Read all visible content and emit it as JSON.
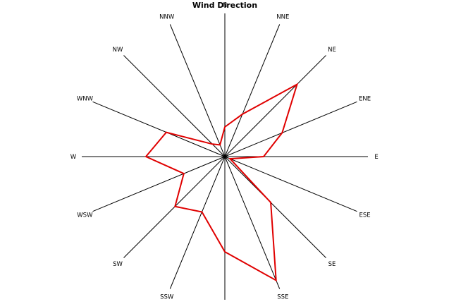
{
  "chart_data": {
    "type": "radar",
    "title": "Wind Direction",
    "directions": [
      "N",
      "NNE",
      "NE",
      "ENE",
      "E",
      "ESE",
      "SE",
      "SSE",
      "S",
      "SSW",
      "SW",
      "WSW",
      "W",
      "WNW",
      "NW",
      "NNW"
    ],
    "series": [
      {
        "values": [
          42,
          65,
          145,
          88,
          55,
          8,
          92,
          190,
          135,
          85,
          100,
          63,
          112,
          90,
          25,
          18
        ]
      }
    ],
    "r_max": 203,
    "series_color": "#e00000",
    "spoke_color": "#000000"
  }
}
